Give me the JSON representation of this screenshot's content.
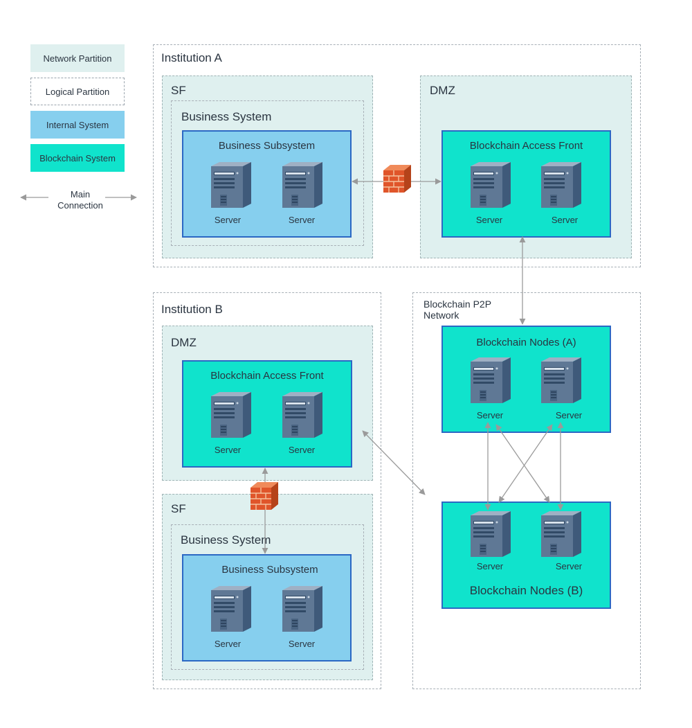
{
  "legend": {
    "network_partition": "Network Partition",
    "logical_partition": "Logical Partition",
    "internal_system": "Internal System",
    "blockchain_system": "Blockchain System",
    "main_connection_line1": "Main",
    "main_connection_line2": "Connection"
  },
  "institution_a": {
    "title": "Institution A",
    "sf": {
      "title": "SF",
      "business_system": "Business System",
      "subsystem": "Business Subsystem",
      "servers": [
        "Server",
        "Server"
      ]
    },
    "dmz": {
      "title": "DMZ",
      "access_front": "Blockchain Access Front",
      "servers": [
        "Server",
        "Server"
      ]
    }
  },
  "institution_b": {
    "title": "Institution B",
    "dmz": {
      "title": "DMZ",
      "access_front": "Blockchain Access Front",
      "servers": [
        "Server",
        "Server"
      ]
    },
    "sf": {
      "title": "SF",
      "business_system": "Business System",
      "subsystem": "Business Subsystem",
      "servers": [
        "Server",
        "Server"
      ]
    }
  },
  "p2p": {
    "title_line1": "Blockchain P2P",
    "title_line2": "Network",
    "nodes_a": {
      "title": "Blockchain Nodes (A)",
      "servers": [
        "Server",
        "Server"
      ]
    },
    "nodes_b": {
      "title": "Blockchain Nodes (B)",
      "servers": [
        "Server",
        "Server"
      ]
    }
  },
  "colors": {
    "network_partition": "#dff0ef",
    "internal_system": "#86cfee",
    "blockchain_system": "#10e3cc",
    "border_blue": "#2b68c4",
    "connector": "#9a9a9a",
    "firewall": "#e0552a"
  },
  "icons": [
    "server-icon",
    "firewall-icon",
    "double-arrow-icon"
  ]
}
